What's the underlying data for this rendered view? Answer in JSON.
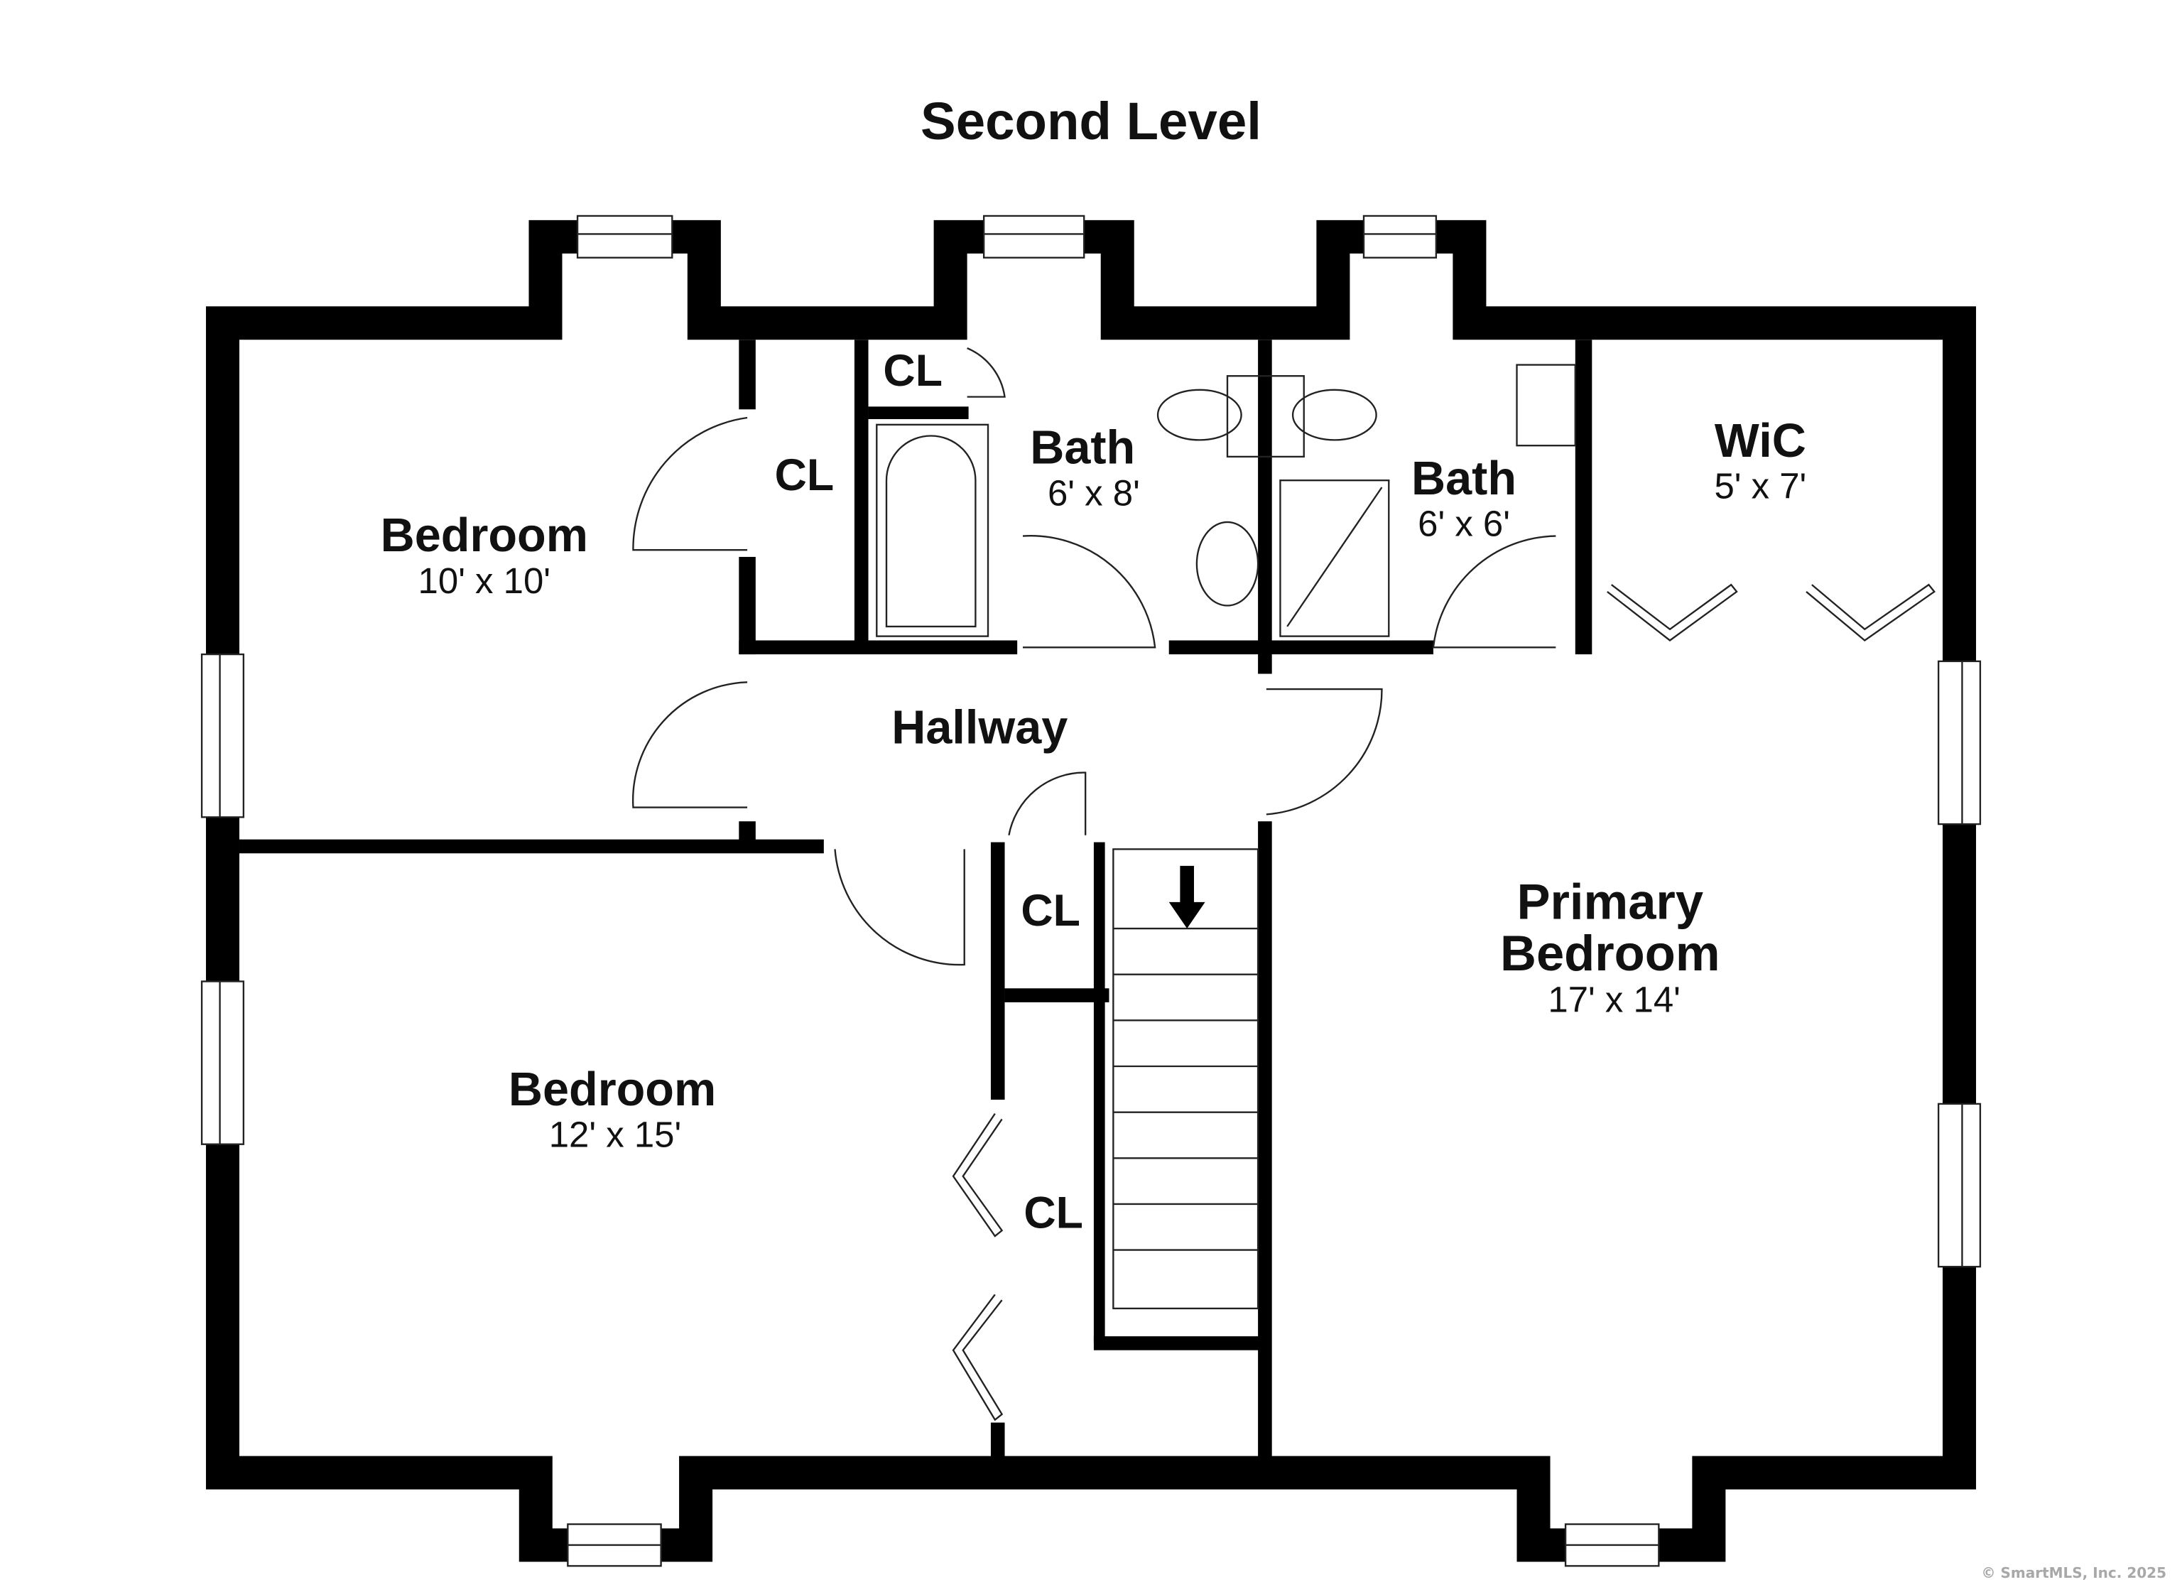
{
  "title": "Second Level",
  "rooms": [
    {
      "name": "Bedroom",
      "dims": "10' x 10'"
    },
    {
      "name": "Bath",
      "dims": "6' x 8'"
    },
    {
      "name": "Bath",
      "dims": "6' x 6'"
    },
    {
      "name": "WiC",
      "dims": "5' x 7'"
    },
    {
      "name": "Hallway"
    },
    {
      "name": "Primary",
      "name2": "Bedroom",
      "dims": "17' x 14'"
    },
    {
      "name": "Bedroom",
      "dims": "12' x 15'"
    }
  ],
  "closets": [
    "CL",
    "CL",
    "CL",
    "CL"
  ],
  "copyright": "© SmartMLS, Inc.  2025",
  "colors": {
    "wall": "#000000",
    "background": "#ffffff"
  }
}
